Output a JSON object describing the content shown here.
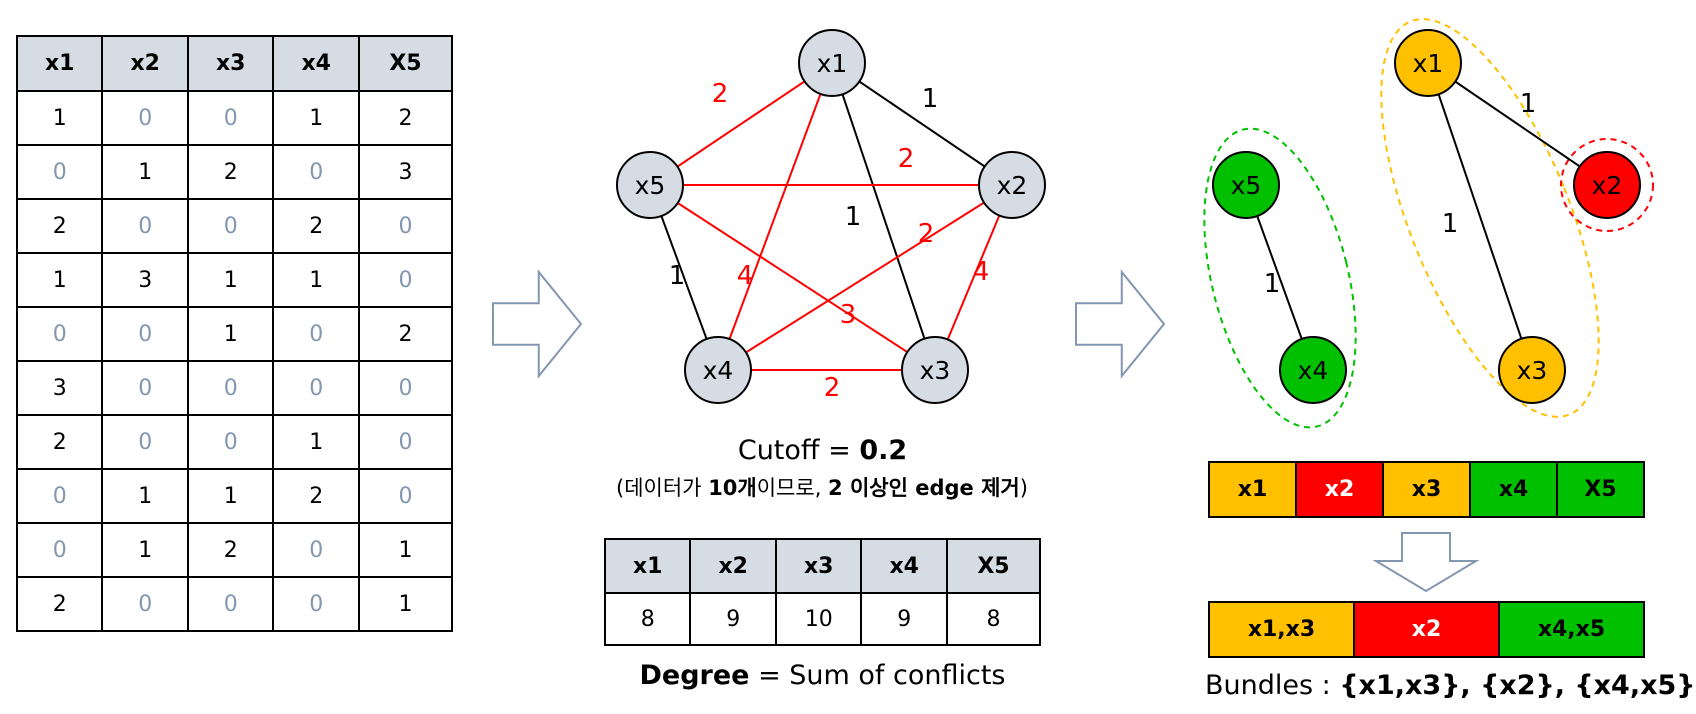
{
  "colors": {
    "header_bg": "#d6dce4",
    "node_fill": "#d6dce4",
    "zero_text": "#8497b0",
    "conflict_edge": "#ff0000",
    "normal_edge": "#000000",
    "yellow": "#ffc000",
    "red": "#ff0000",
    "green": "#00c000"
  },
  "data_table": {
    "headers": [
      "x1",
      "x2",
      "x3",
      "x4",
      "X5"
    ],
    "rows": [
      [
        "1",
        "0",
        "0",
        "1",
        "2"
      ],
      [
        "0",
        "1",
        "2",
        "0",
        "3"
      ],
      [
        "2",
        "0",
        "0",
        "2",
        "0"
      ],
      [
        "1",
        "3",
        "1",
        "1",
        "0"
      ],
      [
        "0",
        "0",
        "1",
        "0",
        "2"
      ],
      [
        "3",
        "0",
        "0",
        "0",
        "0"
      ],
      [
        "2",
        "0",
        "0",
        "1",
        "0"
      ],
      [
        "0",
        "1",
        "1",
        "2",
        "0"
      ],
      [
        "0",
        "1",
        "2",
        "0",
        "1"
      ],
      [
        "2",
        "0",
        "0",
        "0",
        "1"
      ]
    ]
  },
  "graph": {
    "nodes": [
      "x1",
      "x2",
      "x3",
      "x4",
      "x5"
    ],
    "edges": [
      {
        "from": "x1",
        "to": "x2",
        "weight": "1",
        "conflict": false
      },
      {
        "from": "x1",
        "to": "x3",
        "weight": "1",
        "conflict": false
      },
      {
        "from": "x1",
        "to": "x4",
        "weight": "4",
        "conflict": true
      },
      {
        "from": "x1",
        "to": "x5",
        "weight": "2",
        "conflict": true
      },
      {
        "from": "x2",
        "to": "x3",
        "weight": "4",
        "conflict": true
      },
      {
        "from": "x2",
        "to": "x4",
        "weight": "2",
        "conflict": true
      },
      {
        "from": "x2",
        "to": "x5",
        "weight": "2",
        "conflict": true
      },
      {
        "from": "x3",
        "to": "x4",
        "weight": "2",
        "conflict": true
      },
      {
        "from": "x3",
        "to": "x5",
        "weight": "3",
        "conflict": true
      },
      {
        "from": "x4",
        "to": "x5",
        "weight": "1",
        "conflict": false
      }
    ]
  },
  "cutoff": {
    "label": "Cutoff = ",
    "value": "0.2",
    "note_prefix": "(데이터가 ",
    "note_count": "10개",
    "note_mid": "이므로, ",
    "note_rule": "2 이상인 edge 제거",
    "note_suffix": ")"
  },
  "degree_table": {
    "headers": [
      "x1",
      "x2",
      "x3",
      "x4",
      "X5"
    ],
    "values": [
      "8",
      "9",
      "10",
      "9",
      "8"
    ]
  },
  "degree_caption": {
    "term": "Degree",
    "rest": " = Sum of conflicts"
  },
  "bundle_graph": {
    "nodes": [
      {
        "label": "x1",
        "color": "yellow"
      },
      {
        "label": "x2",
        "color": "red"
      },
      {
        "label": "x3",
        "color": "yellow"
      },
      {
        "label": "x4",
        "color": "green"
      },
      {
        "label": "x5",
        "color": "green"
      }
    ],
    "edges": [
      {
        "from": "x1",
        "to": "x2",
        "weight": "1"
      },
      {
        "from": "x1",
        "to": "x3",
        "weight": "1"
      },
      {
        "from": "x5",
        "to": "x4",
        "weight": "1"
      }
    ]
  },
  "feature_strip": [
    {
      "label": "x1",
      "color": "yellow",
      "text_color": "#000000"
    },
    {
      "label": "x2",
      "color": "red",
      "text_color": "#ffffff"
    },
    {
      "label": "x3",
      "color": "yellow",
      "text_color": "#000000"
    },
    {
      "label": "x4",
      "color": "green",
      "text_color": "#000000"
    },
    {
      "label": "X5",
      "color": "green",
      "text_color": "#000000"
    }
  ],
  "bundle_strip": [
    {
      "label": "x1,x3",
      "color": "yellow",
      "text_color": "#000000"
    },
    {
      "label": "x2",
      "color": "red",
      "text_color": "#ffffff"
    },
    {
      "label": "x4,x5",
      "color": "green",
      "text_color": "#000000"
    }
  ],
  "bundles_caption": {
    "prefix": "Bundles : ",
    "value": "{x1,x3}, {x2}, {x4,x5}"
  }
}
